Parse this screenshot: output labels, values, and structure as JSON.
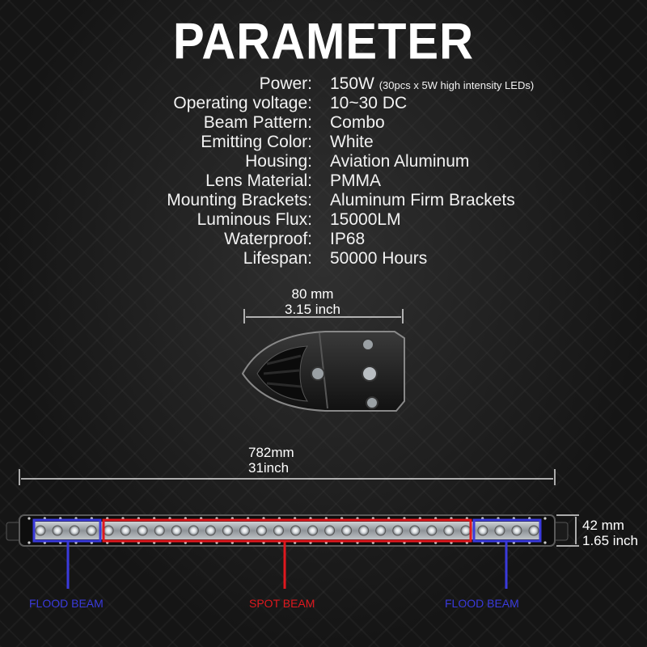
{
  "title": "PARAMETER",
  "params": [
    {
      "label": "Power:",
      "value": "150W",
      "note": "(30pcs x 5W high intensity LEDs)"
    },
    {
      "label": "Operating voltage:",
      "value": "10~30 DC"
    },
    {
      "label": "Beam Pattern:",
      "value": "Combo"
    },
    {
      "label": "Emitting Color:",
      "value": "White"
    },
    {
      "label": "Housing:",
      "value": "Aviation Aluminum"
    },
    {
      "label": "Lens Material:",
      "value": "PMMA"
    },
    {
      "label": "Mounting Brackets:",
      "value": "Aluminum Firm Brackets"
    },
    {
      "label": "Luminous Flux:",
      "value": "15000LM"
    },
    {
      "label": "Waterproof:",
      "value": "IP68"
    },
    {
      "label": "Lifespan:",
      "value": "50000 Hours"
    }
  ],
  "dimensions": {
    "depth_mm": "80 mm",
    "depth_in": "3.15 inch",
    "length_mm": "782mm",
    "length_in": "31inch",
    "height_mm": "42 mm",
    "height_in": "1.65 inch"
  },
  "beams": {
    "flood_left": "FLOOD BEAM",
    "spot": "SPOT BEAM",
    "flood_right": "FLOOD BEAM"
  },
  "colors": {
    "flood": "#3a3adc",
    "spot": "#e0181e"
  }
}
